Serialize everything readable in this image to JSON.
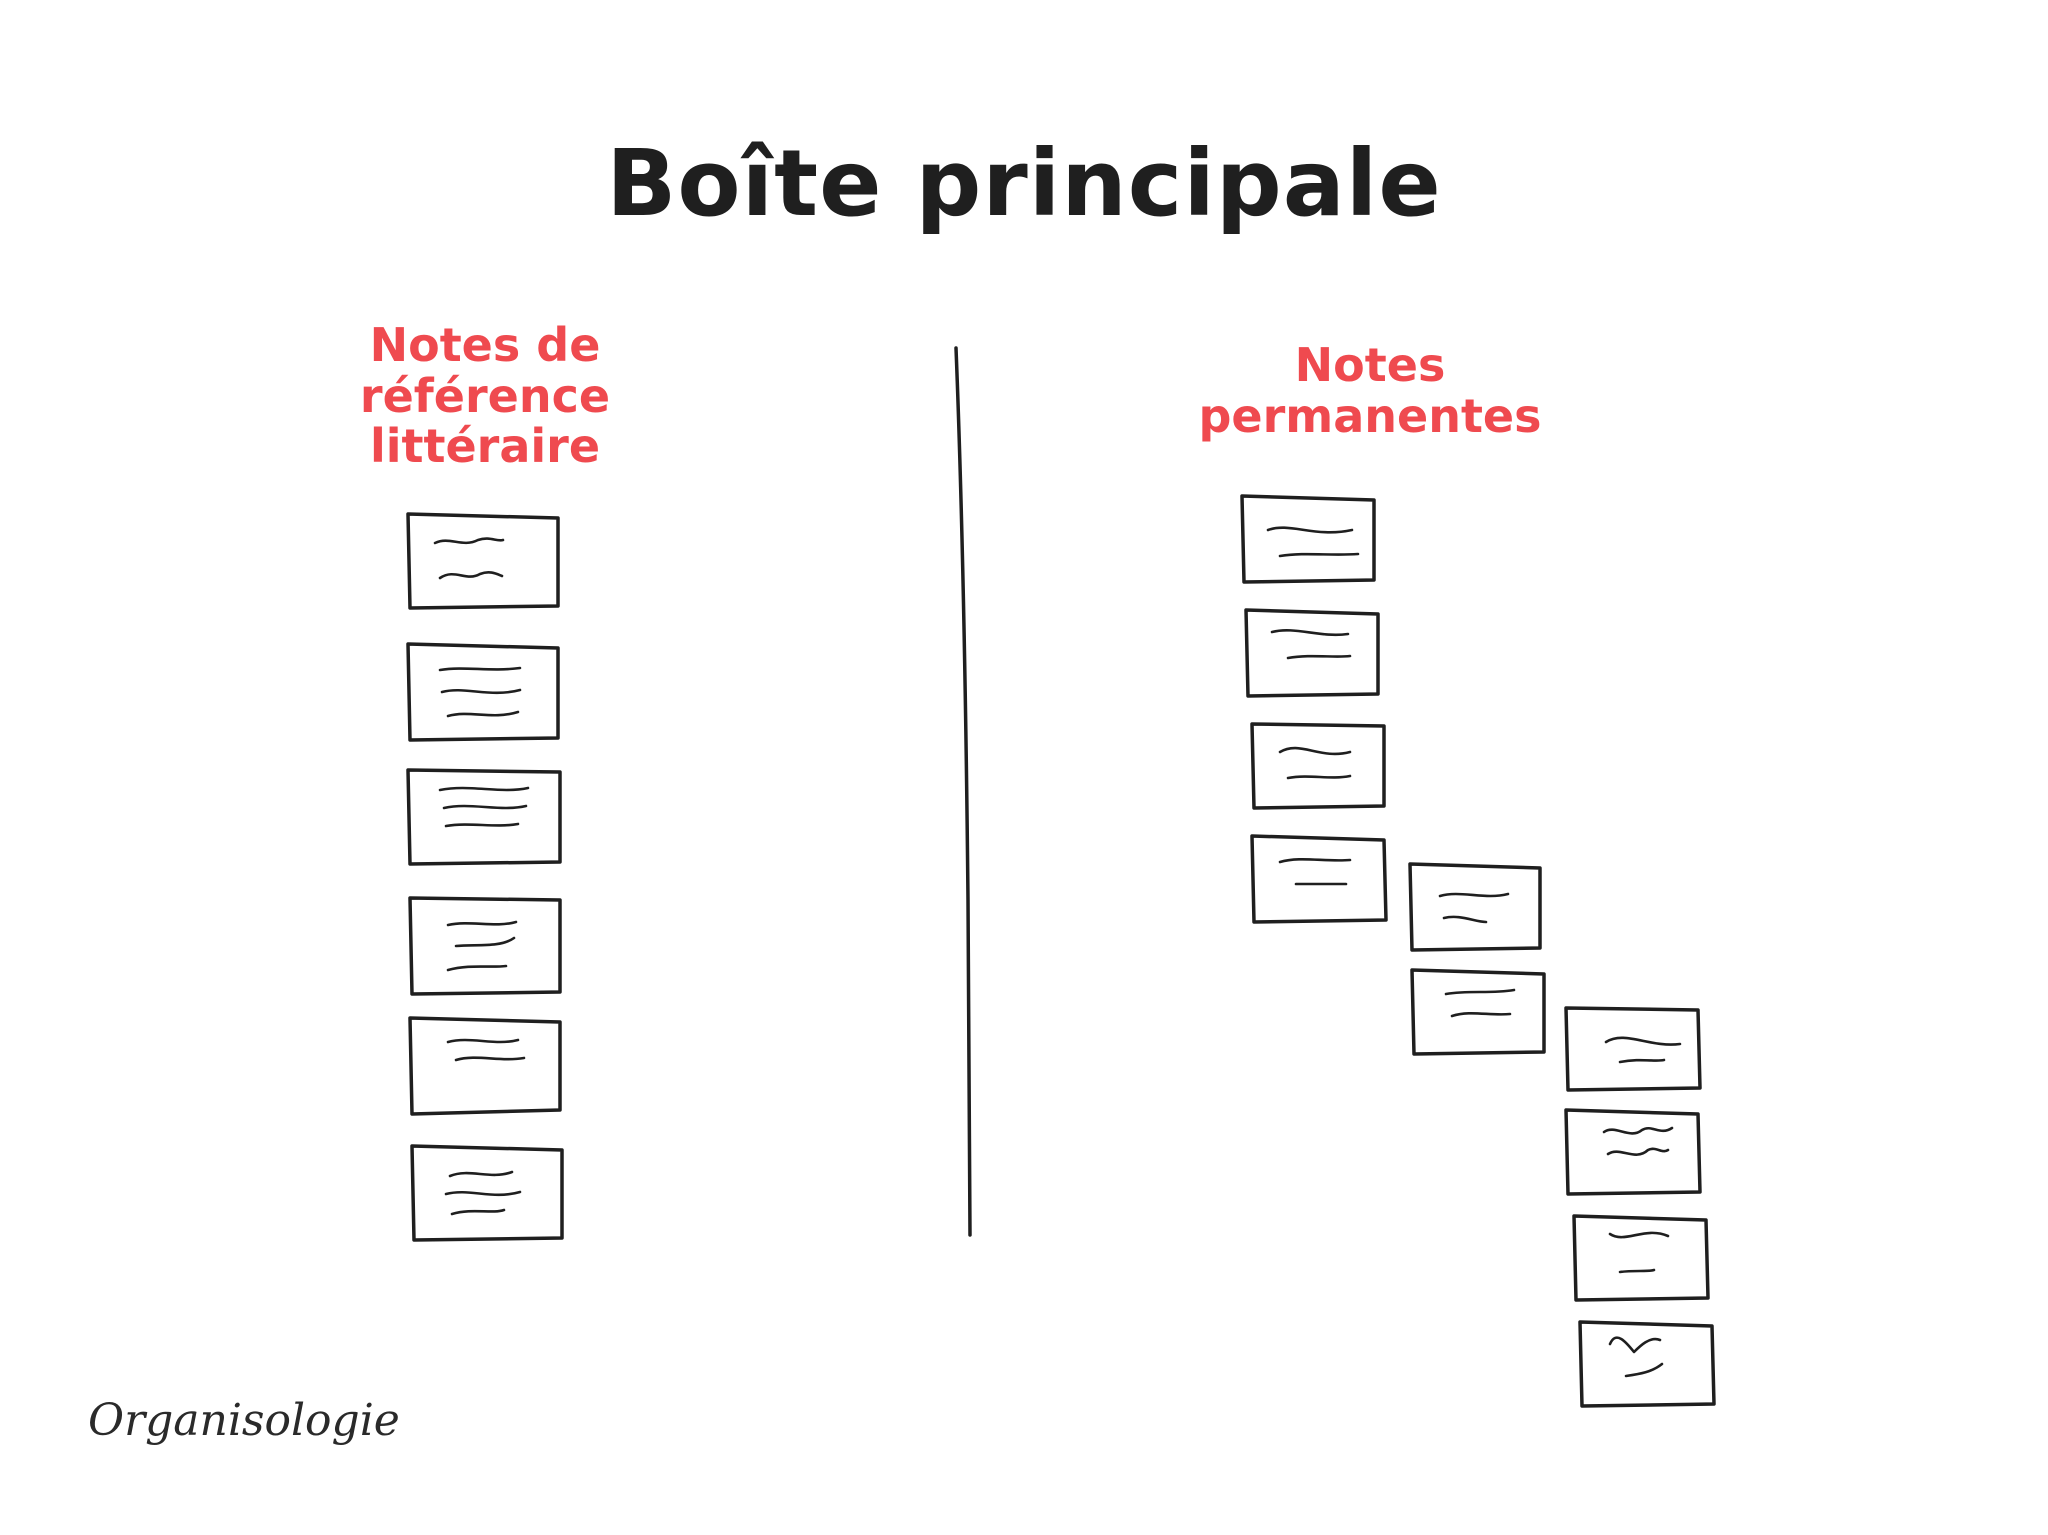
{
  "title": "Boîte principale",
  "columns": {
    "left": {
      "heading": "Notes de référence\nlittéraire",
      "note_count": 6
    },
    "right": {
      "heading": "Notes permanentes",
      "note_count": 10
    }
  },
  "signature": "Organisologie",
  "colors": {
    "ink": "#1f1f1f",
    "accent": "#ef4a4f",
    "background": "#ffffff"
  }
}
